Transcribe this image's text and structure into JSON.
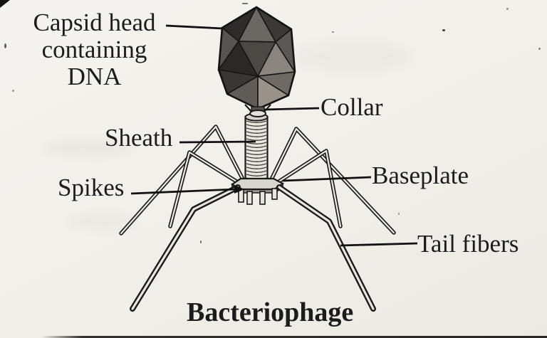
{
  "title": "Bacteriophage",
  "labels": {
    "capsid": {
      "lines": [
        "Capsid head",
        "containing",
        "DNA"
      ]
    },
    "collar": "Collar",
    "sheath": "Sheath",
    "spikes": "Spikes",
    "baseplate": "Baseplate",
    "tail_fibers": "Tail fibers"
  },
  "colors": {
    "ink": "#1c1c1c",
    "paper": "#f1efe9"
  }
}
